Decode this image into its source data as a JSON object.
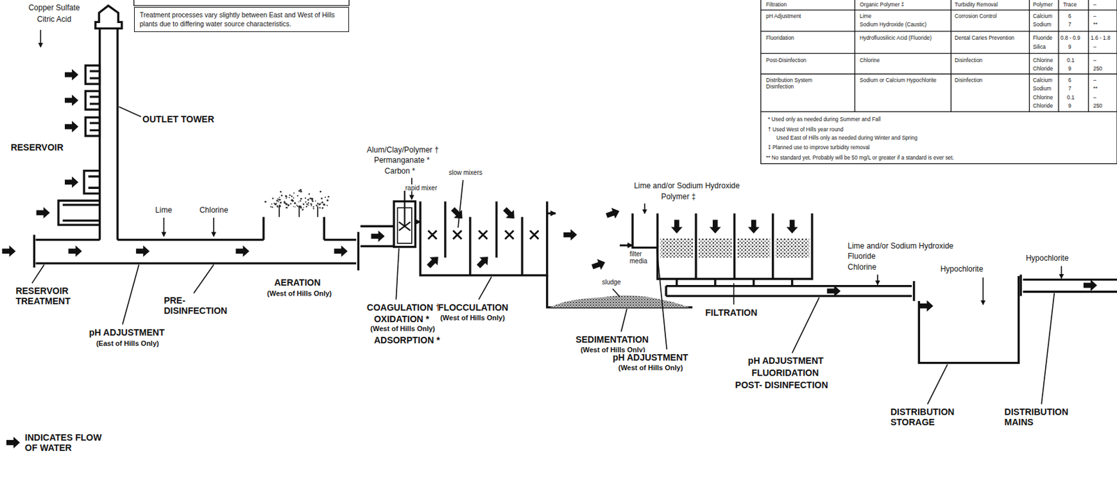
{
  "diagram": {
    "nodes": [
      {
        "text": [
          "Treatment processes vary slightly between East and West of Hills plants due to differing water source characteristics."
        ]
      },
      {
        "text": [
          "rapid mixer"
        ]
      },
      {
        "text": [
          "slow mixers"
        ]
      },
      {
        "text": [
          "sludge"
        ]
      },
      {
        "text": [
          "filter media"
        ]
      }
    ],
    "edges": [
      {
        "from": 1,
        "to": 2,
        "arrow": "to"
      },
      {
        "from": 2,
        "to": 3,
        "arrow": "to"
      },
      {
        "from": 3,
        "to": 4,
        "arrow": "to"
      }
    ],
    "labels": [
      "Copper Sulfate",
      "Citric Acid",
      "RESERVOIR",
      "OUTLET TOWER",
      "Lime",
      "Chlorine",
      "RESERVOIR TREATMENT",
      "pH ADJUSTMENT",
      "(East of Hills Only)",
      "PRE- DISINFECTION",
      "AERATION",
      "(West of Hills Only)",
      "Alum/Clay/Polymer †",
      "Permanganate *",
      "Carbon *",
      "COAGULATION †",
      "OXIDATION *",
      "(West of Hills Only)",
      "ADSORPTION *",
      "FLOCCULATION",
      "(West of Hills Only)",
      "SEDIMENTATION",
      "(West of Hills Only)",
      "Lime and/or Sodium Hydroxide",
      "Polymer ‡",
      "FILTRATION",
      "pH ADJUSTMENT",
      "(West of Hills Only)",
      "Lime and/or Sodium Hydroxide",
      "Fluoride",
      "Chlorine",
      "Hypochlorite",
      "Hypochlorite",
      "pH ADJUSTMENT",
      "FLUORIDATION",
      "POST- DISINFECTION",
      "DISTRIBUTION STORAGE",
      "DISTRIBUTION MAINS",
      "Filtration",
      "Organic Polymer ‡",
      "Turbidity Removal",
      "Polymer",
      "Trace",
      "–",
      "pH Adjustment",
      "Lime",
      "Sodium Hydroxide (Caustic)",
      "Corrosion Control",
      "Calcium",
      "Sodium",
      "6",
      "7",
      "–",
      "**",
      "Fluoridation",
      "Hydrofluosilicic Acid (Fluoride)",
      "Dental Caries Prevention",
      "Fluoride",
      "Silica",
      "0.8 - 0.9",
      "9",
      "1.6 - 1.8",
      "–",
      "Post-Disinfection",
      "Chlorine",
      "Disinfection",
      "Chlorine",
      "Chloride",
      "0.1",
      "9",
      "–",
      "250",
      "Distribution System Disinfection",
      "Sodium or Calcium Hypochlorite",
      "Disinfection",
      "Calcium",
      "Sodium",
      "Chlorine",
      "Chloride",
      "6",
      "7",
      "0.1",
      "9",
      "–",
      "**",
      "–",
      "250",
      "* Used only as needed during Summer and Fall",
      "† Used West of Hills year round",
      "Used East of Hills only as needed during Winter and Spring",
      "‡ Planned use to improve turbidity removal",
      "** No standard yet. Probably will be 50 mg/L or greater if a standard is ever set."
    ],
    "legend": [
      {
        "text": "INDICATES FLOW OF WATER"
      }
    ]
  }
}
